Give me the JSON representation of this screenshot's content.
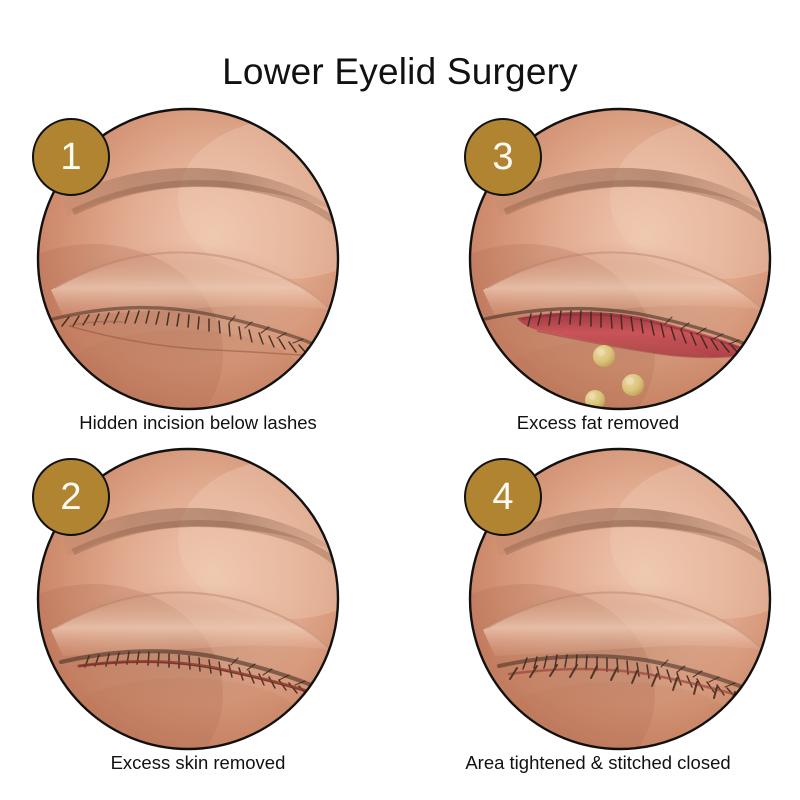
{
  "title": "Lower Eyelid Surgery",
  "colors": {
    "background": "#ffffff",
    "title_text": "#111111",
    "badge_fill": "#B08430",
    "badge_outline": "#111111",
    "badge_number": "#fdfbf4",
    "caption_text": "#111111",
    "circle_outline": "#111111",
    "skin_light": "#E9BCA4",
    "skin_mid": "#D79A7E",
    "skin_dark": "#C5785A",
    "skin_shadow": "#A9654C",
    "brow_brown": "#8A6048",
    "lash_dark": "#3B2A20",
    "incision_line": "#8E5540",
    "incision_open_red": "#C64C52",
    "incision_open_red_dark": "#9E3840",
    "fat_yellow": "#E8D88A",
    "fat_yellow_shade": "#C8B061",
    "suture_thread": "#4A3226"
  },
  "panels": [
    {
      "number": "1",
      "badge_label": "1",
      "caption": "Hidden incision below lashes",
      "stage": "incision",
      "features": {
        "eye_state": "closed",
        "brow": true,
        "lashes": true,
        "incision_line": "thin faint line below lashes",
        "open_wound": false,
        "fat_globules": 0,
        "sutures": false
      }
    },
    {
      "number": "2",
      "badge_label": "2",
      "caption": "Excess skin removed",
      "stage": "skin-removed",
      "features": {
        "eye_state": "closed",
        "brow": true,
        "lashes": true,
        "incision_line": "dark reddish-brown incision line",
        "open_wound": false,
        "fat_globules": 0,
        "sutures": false
      }
    },
    {
      "number": "3",
      "badge_label": "3",
      "caption": "Excess fat removed",
      "stage": "fat-removed",
      "features": {
        "eye_state": "closed",
        "brow": true,
        "lashes": true,
        "incision_line": "open red incision below lashes",
        "open_wound": true,
        "fat_globules": 3,
        "sutures": false
      }
    },
    {
      "number": "4",
      "badge_label": "4",
      "caption": "Area tightened & stitched closed",
      "stage": "stitched",
      "features": {
        "eye_state": "closed",
        "brow": true,
        "lashes": true,
        "incision_line": "closed incision with sutures",
        "open_wound": false,
        "fat_globules": 0,
        "sutures": true
      }
    }
  ]
}
